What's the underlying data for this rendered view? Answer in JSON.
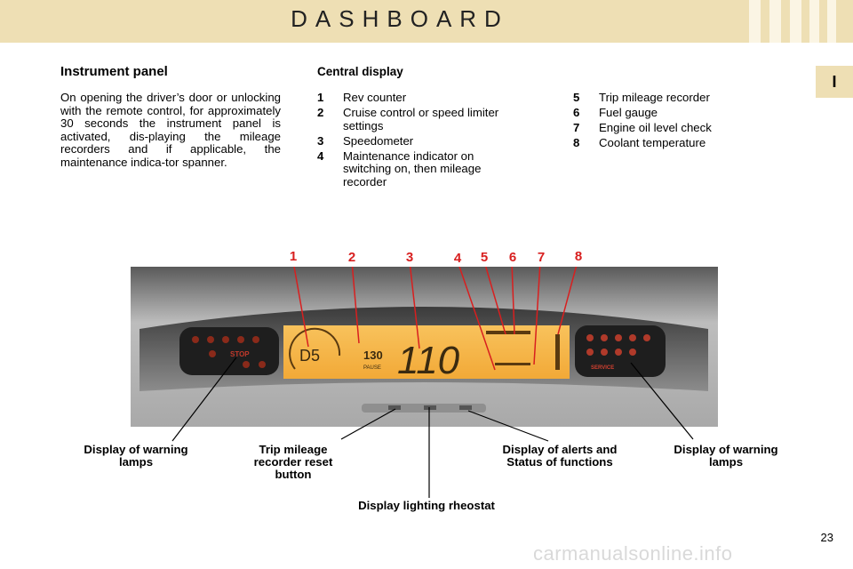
{
  "header": {
    "title": "DASHBOARD"
  },
  "chapter_tab": "I",
  "instrument_panel": {
    "title": "Instrument panel",
    "text": "On opening the driver’s door or unlocking with the remote control, for approximately 30 seconds the instrument panel is activated, dis-playing the mileage recorders and if applicable, the maintenance indica-tor spanner."
  },
  "central_display": {
    "title": "Central display",
    "items_left": [
      {
        "num": "1",
        "label": "Rev counter"
      },
      {
        "num": "2",
        "label": "Cruise control or speed limiter settings"
      },
      {
        "num": "3",
        "label": "Speedometer"
      },
      {
        "num": "4",
        "label": "Maintenance indicator on switching on, then mileage recorder"
      }
    ],
    "items_right": [
      {
        "num": "5",
        "label": "Trip mileage recorder"
      },
      {
        "num": "6",
        "label": "Fuel gauge"
      },
      {
        "num": "7",
        "label": "Engine oil level check"
      },
      {
        "num": "8",
        "label": "Coolant temperature"
      }
    ]
  },
  "photo": {
    "markers": [
      "1",
      "2",
      "3",
      "4",
      "5",
      "6",
      "7",
      "8"
    ],
    "gear": "D5",
    "speed": "110",
    "cruise_speed": "130",
    "cruise_label": "PAUSE",
    "warning_lamp_label": "STOP",
    "service_label": "SERVICE"
  },
  "callouts": {
    "warning_lamps_left": "Display of warning lamps",
    "trip_reset": "Trip mileage recorder reset button",
    "alerts": "Display of alerts and Status of functions",
    "warning_lamps_right": "Display of warning lamps",
    "rheostat": "Display lighting rheostat"
  },
  "page_number": "23",
  "watermark": "carmanualsonline.info",
  "colors": {
    "header_bg": "#eedfb4",
    "display_orange": "#f6b33f",
    "marker_red": "#d81f1f"
  }
}
